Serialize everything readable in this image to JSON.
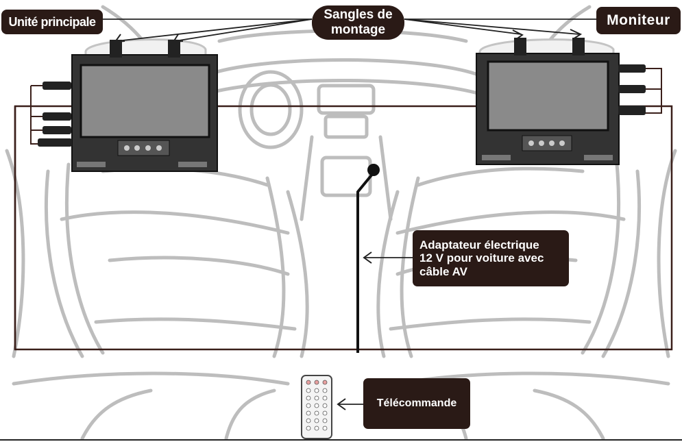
{
  "labels": {
    "main_unit": "Unité principale",
    "monitor": "Moniteur",
    "mounting_straps_line1": "Sangles de",
    "mounting_straps_line2": "montage",
    "power_adapter_line1": "Adaptateur électrique",
    "power_adapter_line2": "12 V pour voiture avec",
    "power_adapter_line3": "câble AV",
    "remote_control": "Télécommande"
  },
  "colors": {
    "label_background": "#2a1a16",
    "label_text": "#ffffff",
    "sketch_line": "#b8b8b8",
    "frame_line": "#3a1f1a"
  }
}
